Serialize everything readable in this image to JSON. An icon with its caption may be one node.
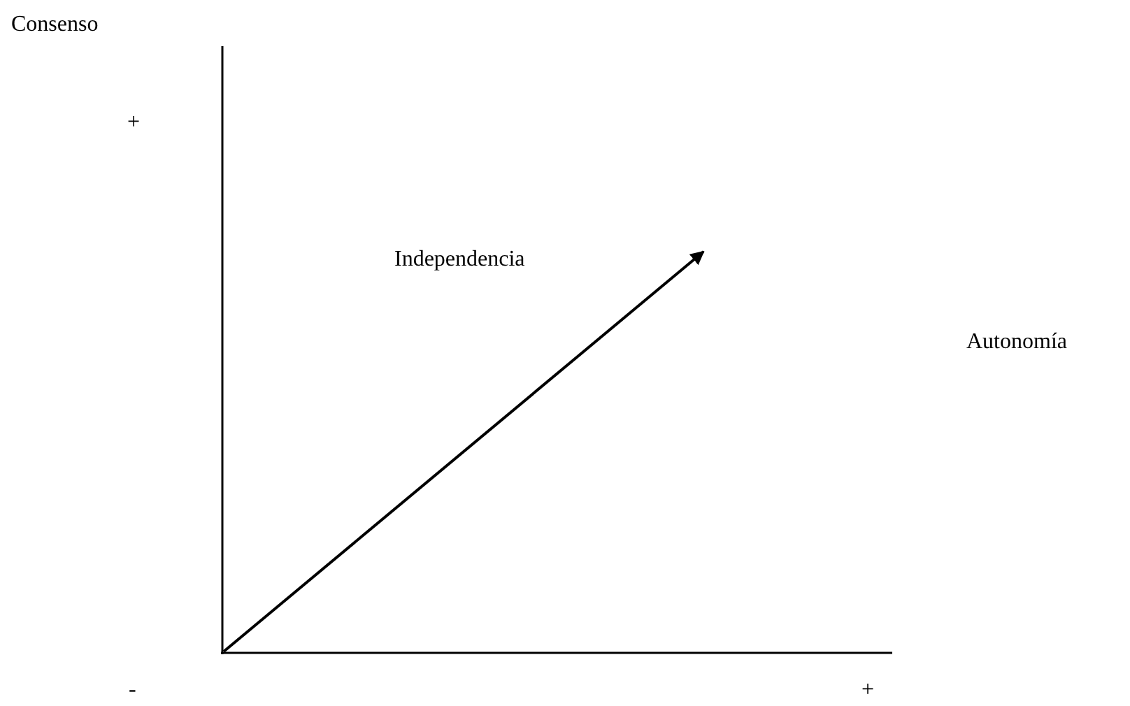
{
  "diagram": {
    "labels": [
      "Consenso",
      "+",
      "Independencia",
      "Autonomía",
      "-",
      "+"
    ]
  }
}
